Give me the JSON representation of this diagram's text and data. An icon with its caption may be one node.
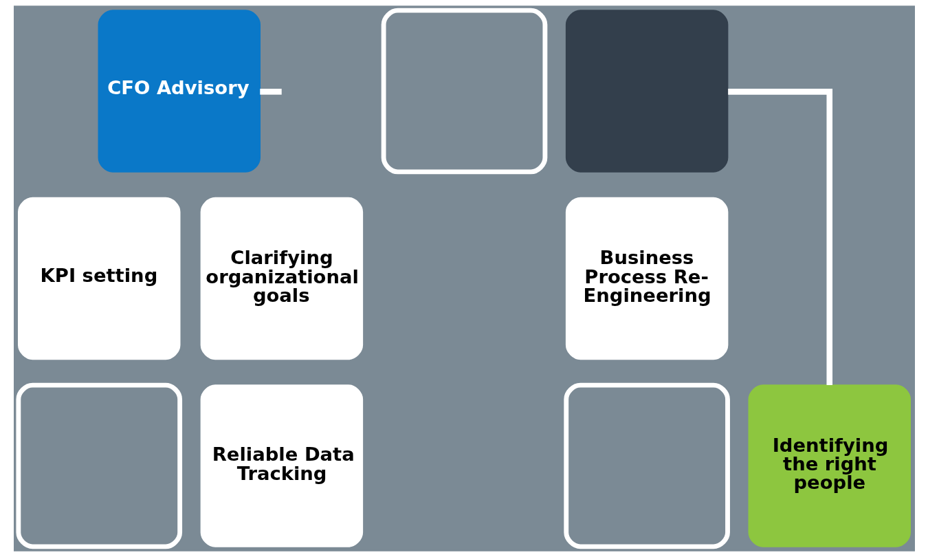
{
  "diagram": {
    "nodes": [
      {
        "text": [
          "CFO Advisory"
        ]
      },
      {
        "text": [],
        "shape": "box"
      },
      {
        "text": [],
        "shape": "box"
      },
      {
        "text": [
          "KPI setting"
        ]
      },
      {
        "text": [
          "Clarifying organizational goals"
        ]
      },
      {
        "text": [
          "Business Process Re-Engineering"
        ]
      },
      {
        "text": [],
        "shape": "box"
      },
      {
        "text": [
          "Reliable Data Tracking"
        ]
      },
      {
        "text": [],
        "shape": "box"
      },
      {
        "text": [
          "Identifying the right people"
        ]
      }
    ],
    "edges": [
      {
        "from": 0,
        "to": null,
        "arrow": "none"
      },
      {
        "from": 2,
        "to": 9,
        "arrow": "none"
      }
    ]
  }
}
